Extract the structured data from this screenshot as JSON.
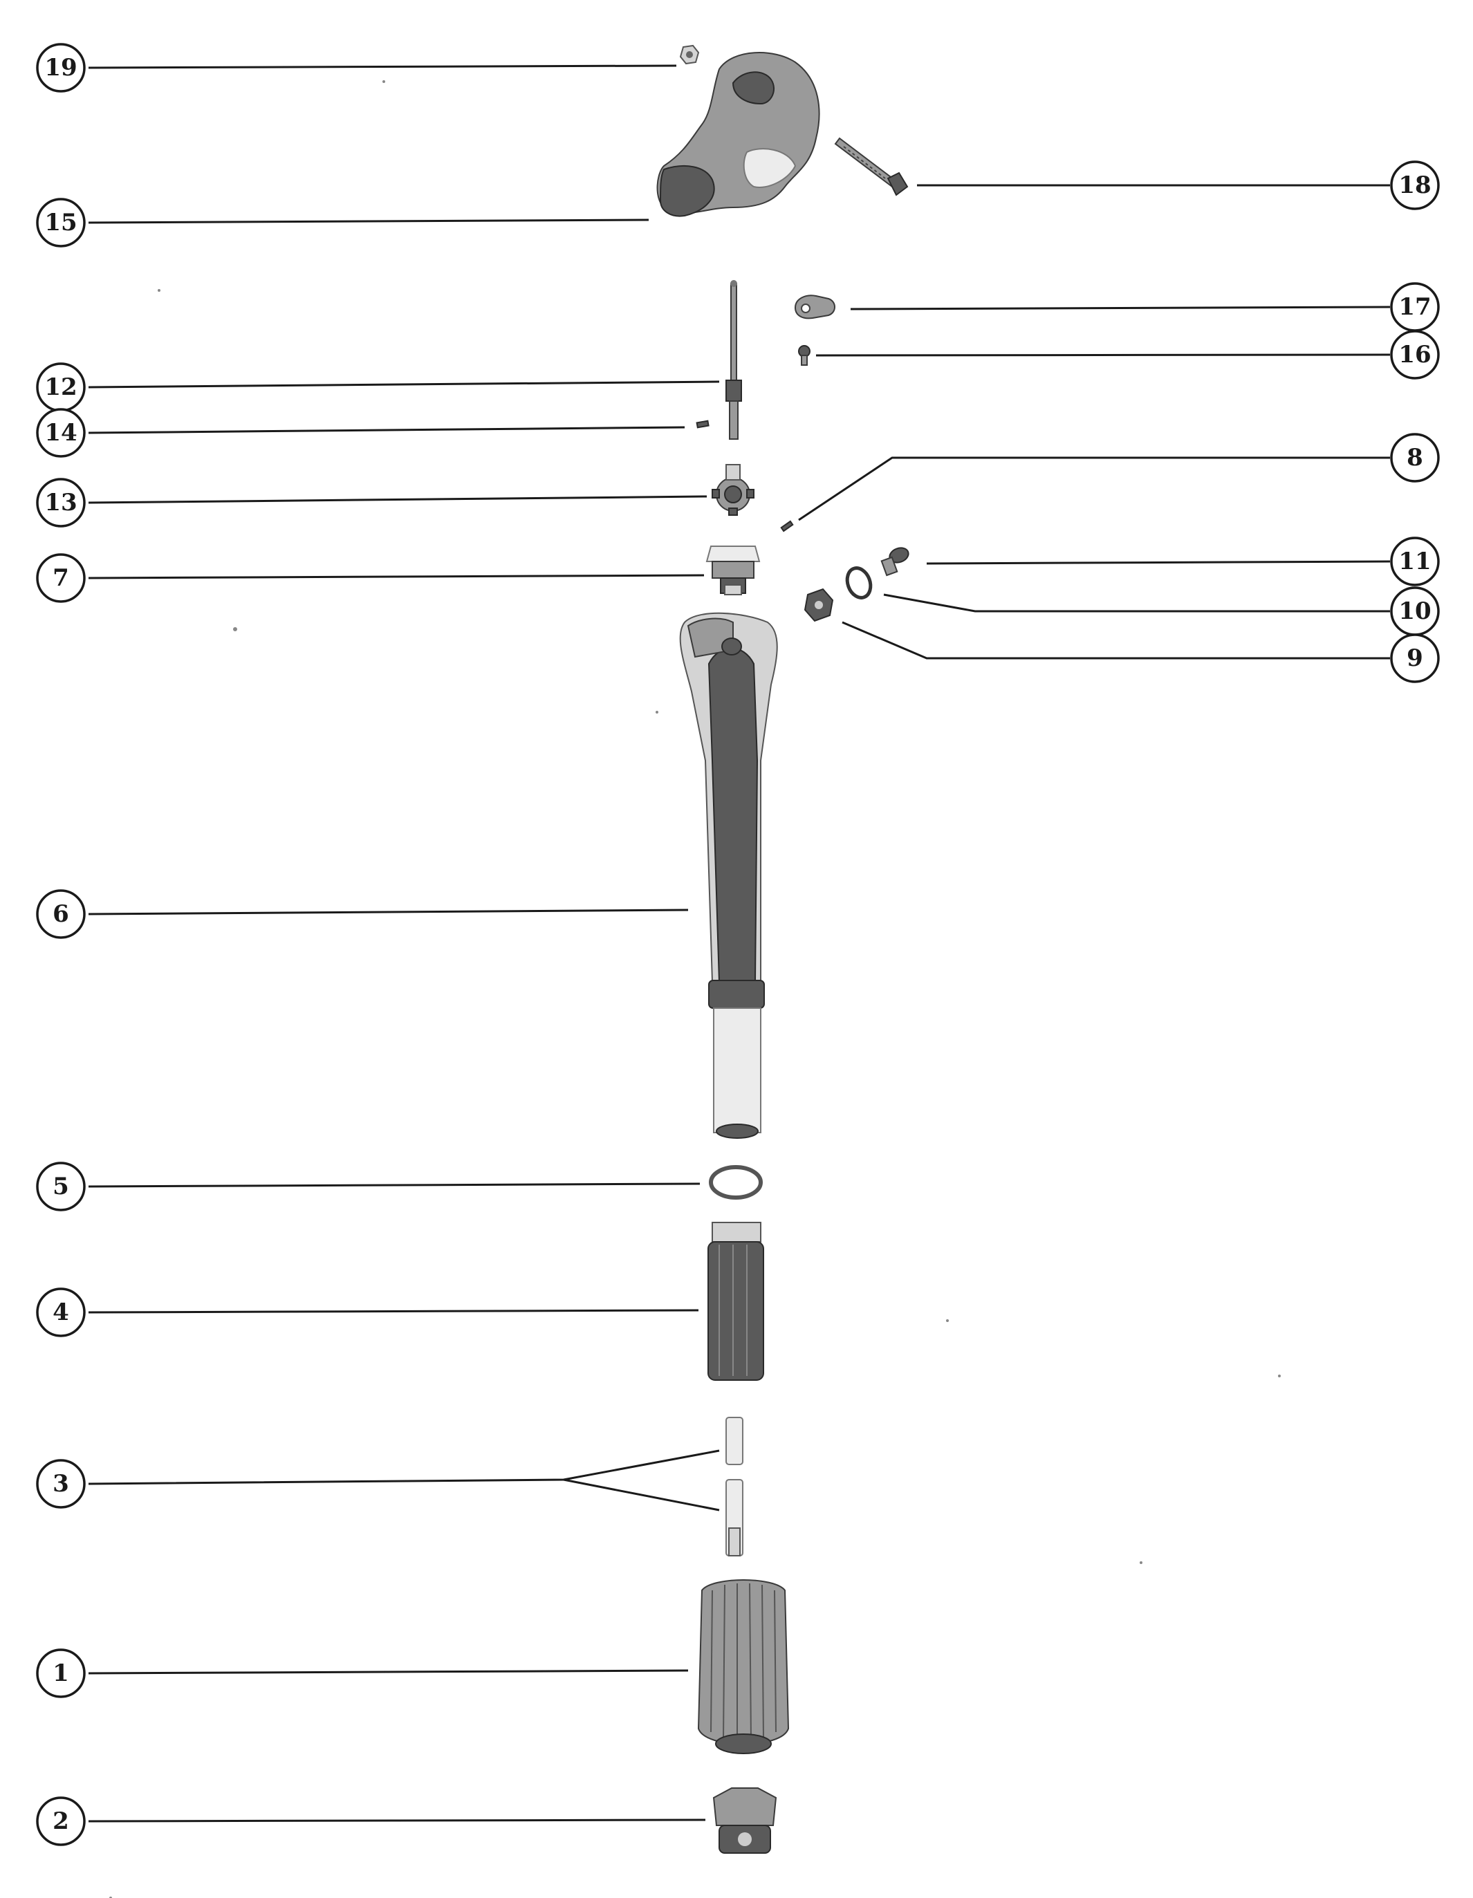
{
  "callouts": [
    {
      "id": "19",
      "label": "19"
    },
    {
      "id": "15",
      "label": "15"
    },
    {
      "id": "18",
      "label": "18"
    },
    {
      "id": "17",
      "label": "17"
    },
    {
      "id": "16",
      "label": "16"
    },
    {
      "id": "12",
      "label": "12"
    },
    {
      "id": "14",
      "label": "14"
    },
    {
      "id": "13",
      "label": "13"
    },
    {
      "id": "8",
      "label": "8"
    },
    {
      "id": "7",
      "label": "7"
    },
    {
      "id": "11",
      "label": "11"
    },
    {
      "id": "10",
      "label": "10"
    },
    {
      "id": "9",
      "label": "9"
    },
    {
      "id": "6",
      "label": "6"
    },
    {
      "id": "5",
      "label": "5"
    },
    {
      "id": "4",
      "label": "4"
    },
    {
      "id": "3",
      "label": "3"
    },
    {
      "id": "1",
      "label": "1"
    },
    {
      "id": "2",
      "label": "2"
    }
  ],
  "colors": {
    "ink": "#1a1a1a",
    "background": "#ffffff"
  }
}
